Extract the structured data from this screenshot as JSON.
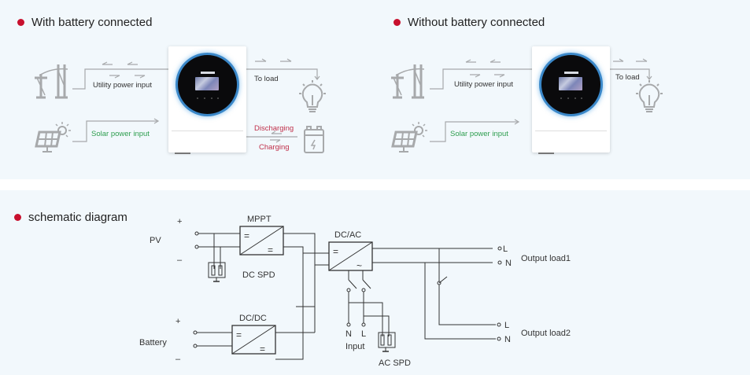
{
  "sections": {
    "with_battery": {
      "title": "With battery connected",
      "utility_label": "Utility power input",
      "solar_label": "Solar power input",
      "load_label": "To load",
      "discharging_label": "Discharging",
      "charging_label": "Charging"
    },
    "without_battery": {
      "title": "Without battery connected",
      "utility_label": "Utility power input",
      "solar_label": "Solar power input",
      "load_label": "To load"
    },
    "schematic": {
      "title": "schematic diagram",
      "pv_label": "PV",
      "battery_label": "Battery",
      "plus": "+",
      "minus": "–",
      "mppt_label": "MPPT",
      "dcdc_label": "DC/DC",
      "dcac_label": "DC/AC",
      "dc_spd_label": "DC SPD",
      "ac_spd_label": "AC SPD",
      "input_label": "Input",
      "n_label": "N",
      "l_label": "L",
      "output1_label": "Output load1",
      "output2_label": "Output load2",
      "dc_symbol": "=",
      "ac_symbol": "~"
    }
  },
  "colors": {
    "bullet": "#c8102e",
    "solar_text": "#2e9e4f",
    "battery_text": "#c0304a",
    "icon_gray": "#a7a9ab",
    "wire": "#333333"
  }
}
